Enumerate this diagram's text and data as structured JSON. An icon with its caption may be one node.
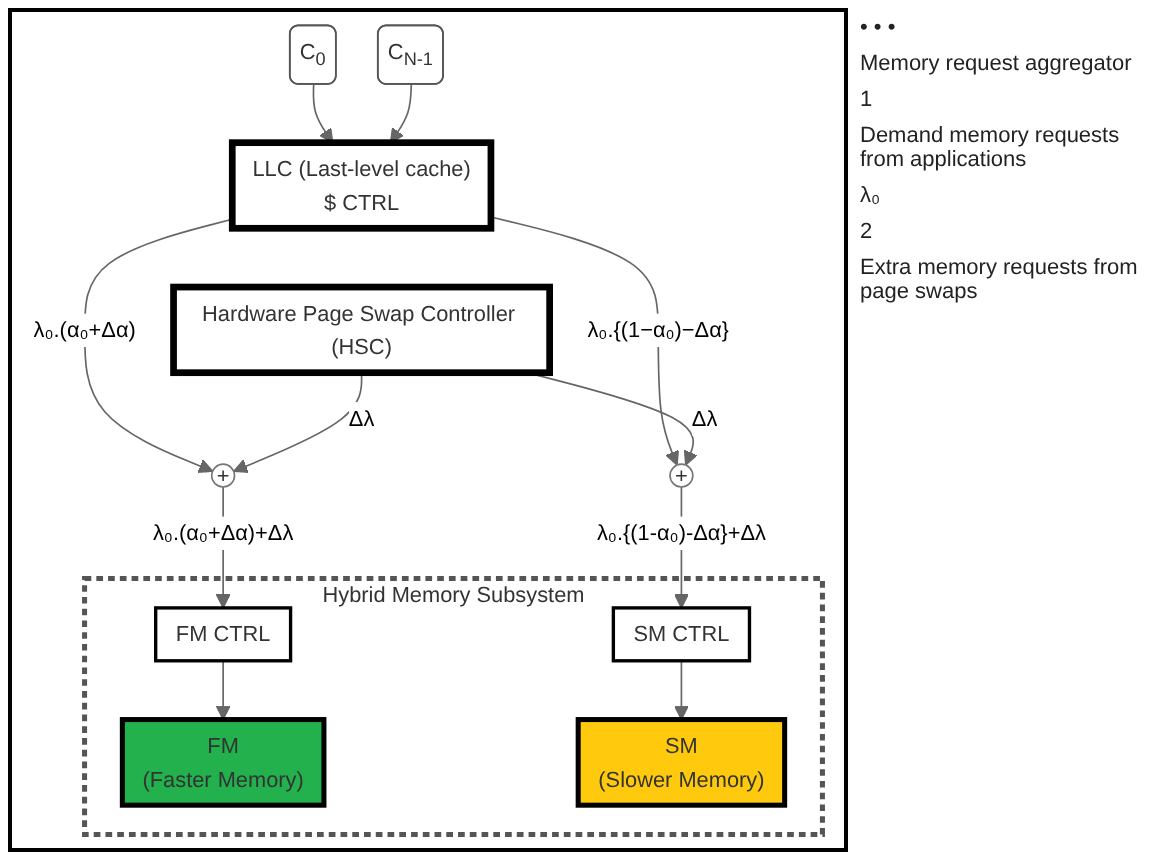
{
  "diagram": {
    "nodes": [
      {
        "text": [
          "C$_{0}$"
        ]
      },
      {
        "text": [
          "C$_{N-1}$"
        ]
      },
      {
        "text": [
          "LLC (Last-level cache)",
          "$ CTRL"
        ]
      },
      {
        "text": [
          "+"
        ]
      },
      {
        "text": [
          "Hardware Page Swap Controller (HSC)"
        ]
      },
      {
        "text": [
          "+"
        ]
      },
      {
        "text": [
          "Hybrid Memory Subsystem"
        ]
      },
      {
        "text": [
          "FM CTRL"
        ],
        "in": 6
      },
      {
        "text": [
          "FM",
          "(Faster Memory)"
        ],
        "in": 6
      },
      {
        "text": [
          "SM CTRL"
        ],
        "in": 6
      },
      {
        "text": [
          "SM",
          "(Slower Memory)"
        ],
        "in": 6
      }
    ],
    "edges": [
      {
        "from": 0,
        "to": 2,
        "arrow": "to"
      },
      {
        "from": 1,
        "to": 2,
        "arrow": "to"
      },
      {
        "from": 2,
        "to": 3,
        "arrow": "to",
        "label": "λ₀.(α₀+Δα)"
      },
      {
        "from": 2,
        "to": 5,
        "arrow": "to",
        "label": "λ₀.{(1−α₀)−Δα}"
      },
      {
        "from": 4,
        "to": 3,
        "arrow": "to",
        "label": "Δλ"
      },
      {
        "from": 4,
        "to": 5,
        "arrow": "to",
        "label": "Δλ"
      },
      {
        "from": 3,
        "to": 7,
        "arrow": "to",
        "label": "λ₀.(α₀+Δα)+Δλ"
      },
      {
        "from": 5,
        "to": 9,
        "arrow": "to",
        "label": "λ₀.{(1-α₀)-Δα}+Δλ"
      },
      {
        "from": 7,
        "to": 8,
        "arrow": "to"
      },
      {
        "from": 9,
        "to": 10,
        "arrow": "to"
      }
    ],
    "labels": [
      "• • •",
      "Memory request aggregator",
      "1",
      "Demand memory requests from applications",
      "λ₀",
      "2",
      "Extra memory requests from page swaps"
    ]
  }
}
